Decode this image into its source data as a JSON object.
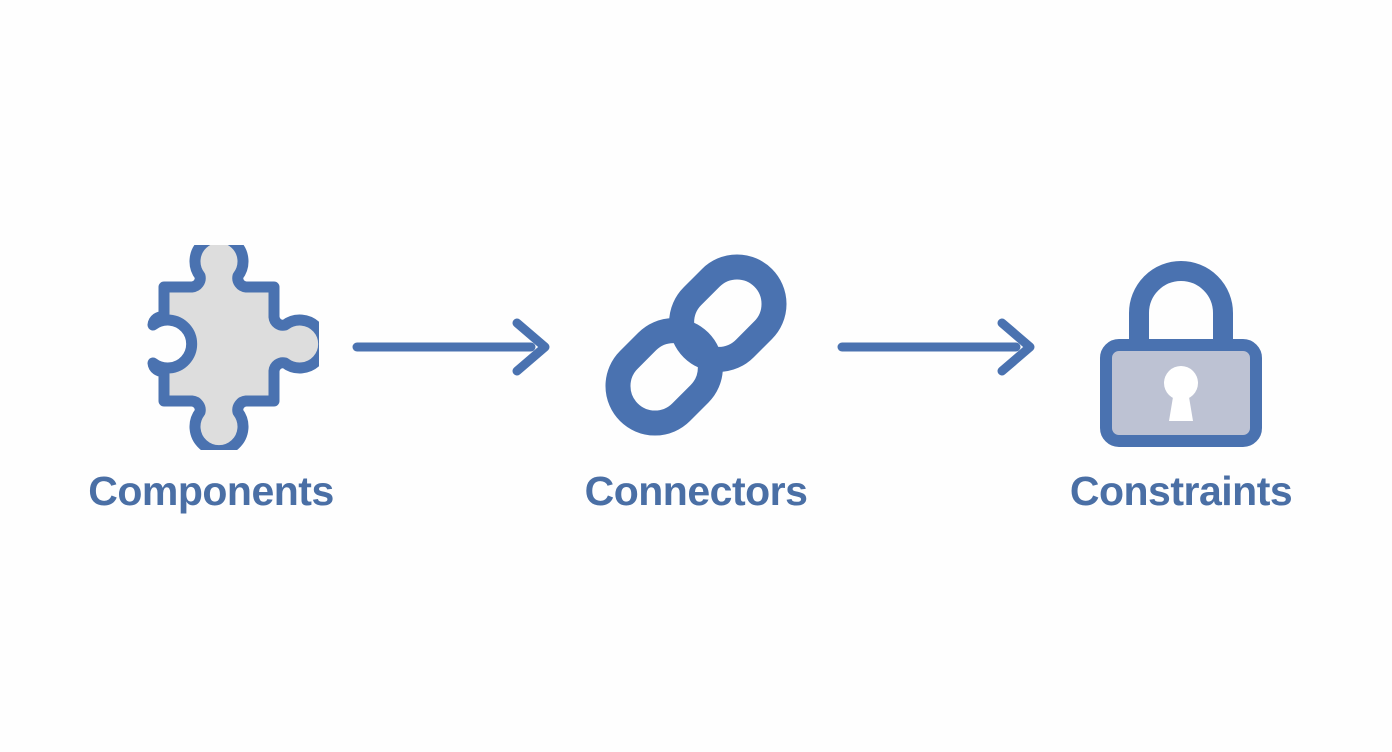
{
  "diagram": {
    "title": "Components to Connectors to Constraints flow",
    "background_color": "#fefefe",
    "accent_color": "#4A72B0",
    "label_color": "#4A6FA5",
    "puzzle_fill": "#DDDDDD",
    "lock_body_fill": "#BDC2D3",
    "keyhole_color": "#FFFFFF",
    "stages": [
      {
        "label": "Components",
        "icon": "puzzle-piece-icon"
      },
      {
        "label": "Connectors",
        "icon": "chain-link-icon"
      },
      {
        "label": "Constraints",
        "icon": "padlock-icon"
      }
    ],
    "connectors": [
      {
        "icon": "arrow-right-icon",
        "from": "Components",
        "to": "Connectors"
      },
      {
        "icon": "arrow-right-icon",
        "from": "Connectors",
        "to": "Constraints"
      }
    ]
  }
}
